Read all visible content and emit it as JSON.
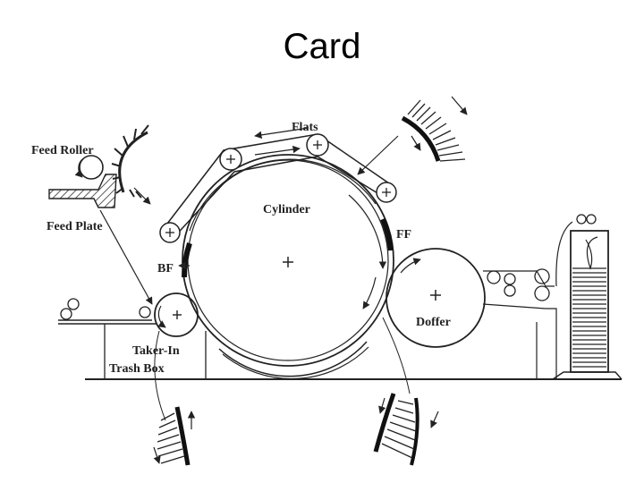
{
  "title": "Card",
  "labels": {
    "feed_roller": "Feed Roller",
    "feed_plate": "Feed Plate",
    "flats": "Flats",
    "cylinder": "Cylinder",
    "ff": "FF",
    "bf": "BF",
    "doffer": "Doffer",
    "taker_in": "Taker-In",
    "trash_box": "Trash Box"
  },
  "colors": {
    "line": "#222222",
    "background": "#ffffff"
  }
}
